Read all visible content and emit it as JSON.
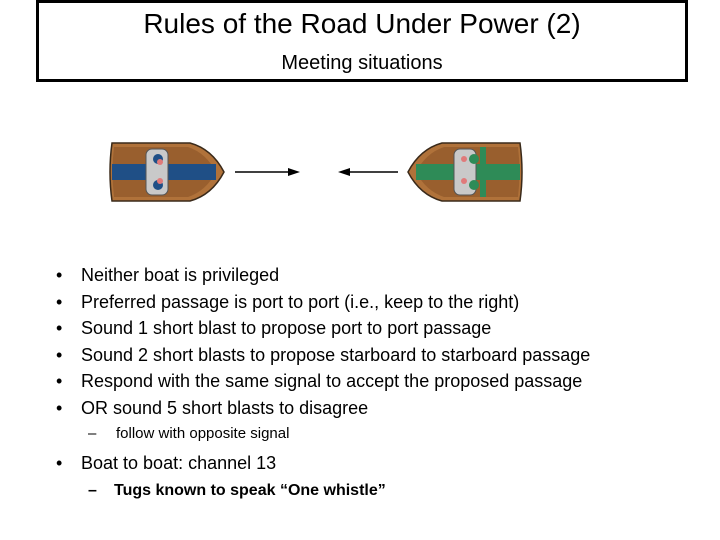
{
  "title": "Rules of the Road Under Power (2)",
  "subtitle": "Meeting situations",
  "illustration": {
    "left_boat_color": "#1f4f86",
    "right_boat_color": "#2e8b57",
    "hull_color": "#b0723a"
  },
  "bullets": [
    "Neither boat is privileged",
    "Preferred passage is port to port  (i.e., keep to the right)",
    "Sound 1 short blast to propose port to port passage",
    "Sound 2 short blasts to propose starboard to starboard passage",
    "Respond with the same signal to accept the proposed passage",
    "OR sound 5 short blasts to disagree"
  ],
  "sub_bullet": "follow with opposite signal",
  "bullet_last": "Boat to boat: channel 13",
  "sub_bullet_last": "Tugs known to speak “One whistle”",
  "bullet_glyph": "•",
  "dash_glyph": "–"
}
